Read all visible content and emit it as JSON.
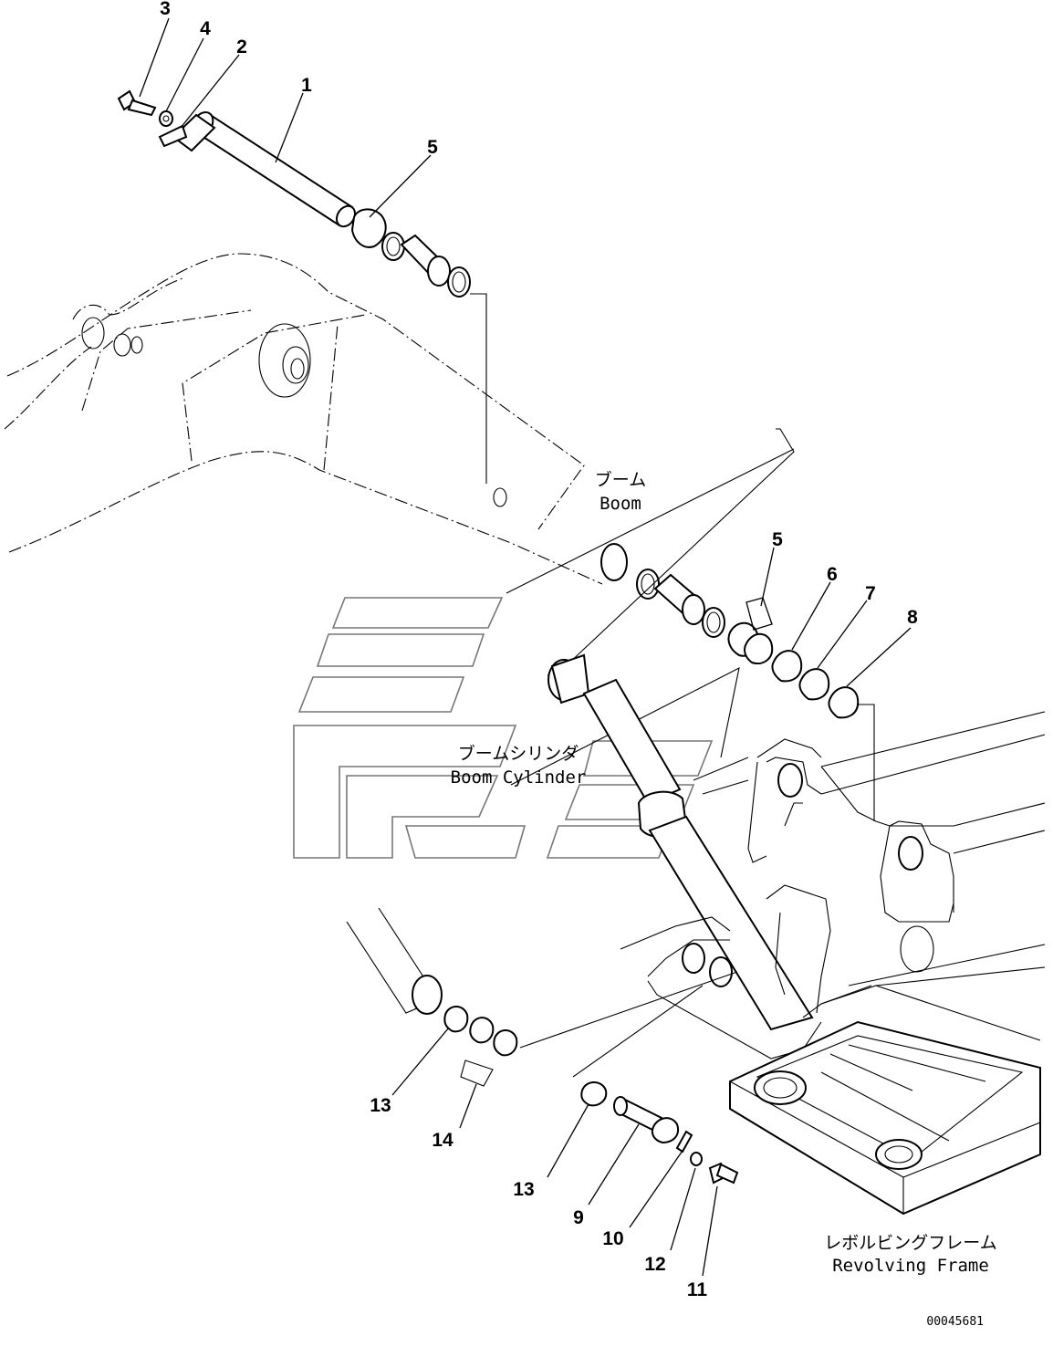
{
  "callouts": {
    "c1": "1",
    "c2": "2",
    "c3": "3",
    "c4": "4",
    "c5a": "5",
    "c5b": "5",
    "c6": "6",
    "c7": "7",
    "c8": "8",
    "c9": "9",
    "c10": "10",
    "c11": "11",
    "c12": "12",
    "c13a": "13",
    "c13b": "13",
    "c14": "14"
  },
  "labels": {
    "boom_jp": "ブーム",
    "boom_en": "Boom",
    "boom_cyl_jp": "ブームシリンダ",
    "boom_cyl_en": "Boom Cylinder",
    "frame_jp": "レボルビングフレーム",
    "frame_en": "Revolving Frame"
  },
  "document_id": "00045681"
}
